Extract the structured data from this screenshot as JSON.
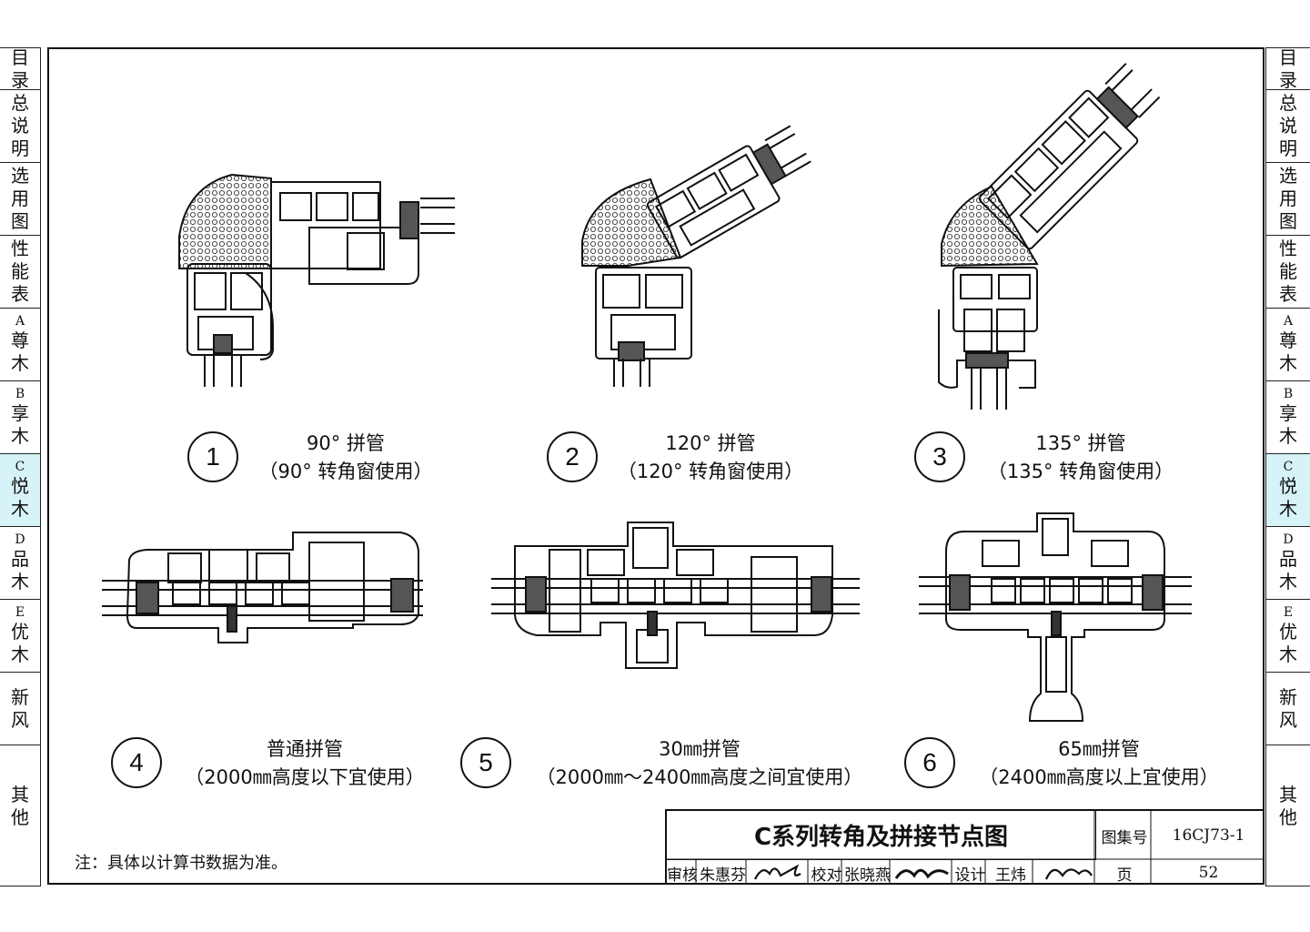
{
  "left_tabs": [
    {
      "letter": "",
      "lines": [
        "目",
        "录"
      ]
    },
    {
      "letter": "",
      "lines": [
        "总",
        "说",
        "明"
      ]
    },
    {
      "letter": "",
      "lines": [
        "选",
        "用",
        "图"
      ]
    },
    {
      "letter": "",
      "lines": [
        "性",
        "能",
        "表"
      ]
    },
    {
      "letter": "A",
      "lines": [
        "尊",
        "木"
      ]
    },
    {
      "letter": "B",
      "lines": [
        "享",
        "木"
      ]
    },
    {
      "letter": "C",
      "lines": [
        "悦",
        "木"
      ]
    },
    {
      "letter": "D",
      "lines": [
        "品",
        "木"
      ]
    },
    {
      "letter": "E",
      "lines": [
        "优",
        "木"
      ]
    },
    {
      "letter": "",
      "lines": [
        "新",
        "风"
      ]
    },
    {
      "letter": "",
      "lines": [
        "其",
        "他"
      ]
    }
  ],
  "active_tab_index": 6,
  "active_tab_color": "#d6f3f8",
  "details": [
    {
      "number": "1",
      "line1": "90° 拼管",
      "line2": "（90° 转角窗使用）"
    },
    {
      "number": "2",
      "line1": "120° 拼管",
      "line2": "（120° 转角窗使用）"
    },
    {
      "number": "3",
      "line1": "135° 拼管",
      "line2": "（135° 转角窗使用）"
    },
    {
      "number": "4",
      "line1": "普通拼管",
      "line2": "（2000㎜高度以下宜使用）"
    },
    {
      "number": "5",
      "line1": "30㎜拼管",
      "line2": "（2000㎜～2400㎜高度之间宜使用）"
    },
    {
      "number": "6",
      "line1": "65㎜拼管",
      "line2": "（2400㎜高度以上宜使用）"
    }
  ],
  "note": "注：具体以计算书数据为准。",
  "title_block": {
    "title": "C系列转角及拼接节点图",
    "atlas_label": "图集号",
    "atlas_no": "16CJ73-1",
    "page_label": "页",
    "page_no": "52",
    "review_label": "审核",
    "reviewer": "朱惠芬",
    "check_label": "校对",
    "checker": "张晓燕",
    "design_label": "设计",
    "designer": "王炜"
  }
}
